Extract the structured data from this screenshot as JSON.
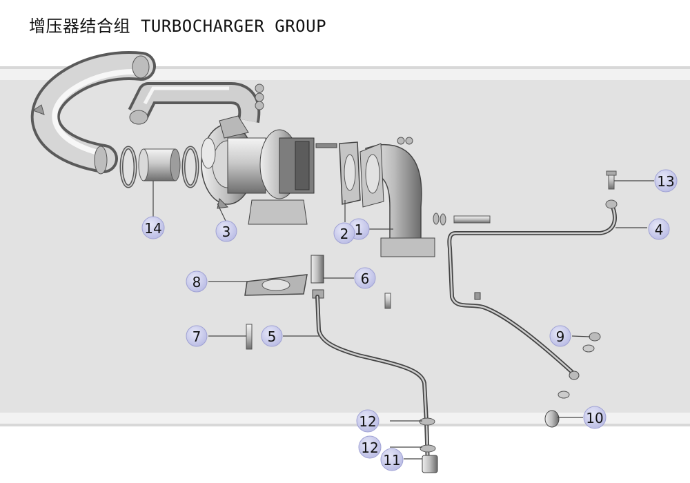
{
  "title": "增压器结合组 TURBOCHARGER GROUP",
  "callouts": [
    "1",
    "2",
    "3",
    "4",
    "5",
    "6",
    "7",
    "8",
    "9",
    "10",
    "11",
    "12",
    "12",
    "13",
    "14"
  ]
}
